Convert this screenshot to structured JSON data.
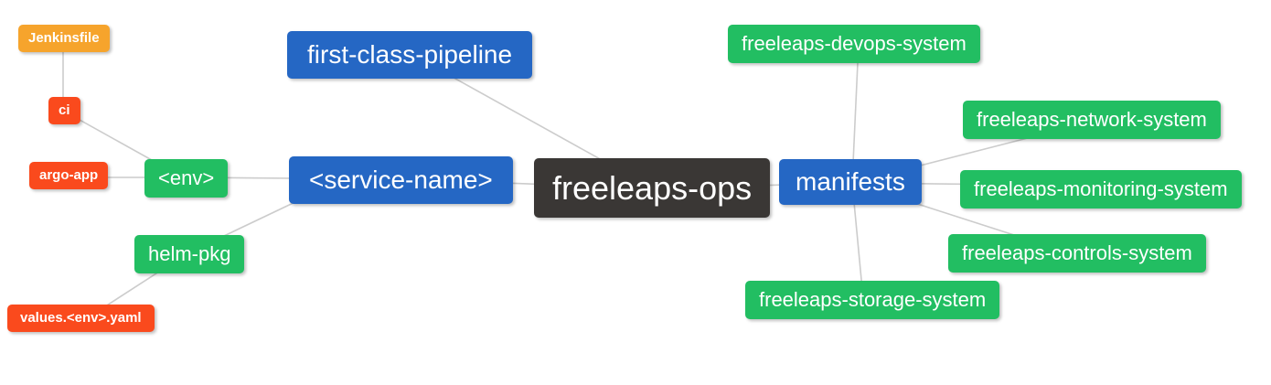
{
  "palette": {
    "blue": "#2567C4",
    "green": "#22BE62",
    "red": "#FA4A1D",
    "amber": "#F6A42C",
    "root_dark": "#3A3735",
    "edge": "#CCCCCC",
    "node_text": "#FFFFFF",
    "background": "#FFFFFF"
  },
  "diagram": {
    "title": "freeleaps-ops mind map",
    "nodes": [
      {
        "id": "jenkinsfile",
        "label": "Jenkinsfile",
        "color": "amber"
      },
      {
        "id": "ci",
        "label": "ci",
        "color": "red"
      },
      {
        "id": "argo-app",
        "label": "argo-app",
        "color": "red"
      },
      {
        "id": "env",
        "label": "<env>",
        "color": "green"
      },
      {
        "id": "helm-pkg",
        "label": "helm-pkg",
        "color": "green"
      },
      {
        "id": "values-env-yaml",
        "label": "values.<env>.yaml",
        "color": "red"
      },
      {
        "id": "first-class-pipeline",
        "label": "first-class-pipeline",
        "color": "blue"
      },
      {
        "id": "service-name",
        "label": "<service-name>",
        "color": "blue"
      },
      {
        "id": "freeleaps-ops",
        "label": "freeleaps-ops",
        "color": "root_dark"
      },
      {
        "id": "manifests",
        "label": "manifests",
        "color": "blue"
      },
      {
        "id": "freeleaps-devops-system",
        "label": "freeleaps-devops-system",
        "color": "green"
      },
      {
        "id": "freeleaps-network-system",
        "label": "freeleaps-network-system",
        "color": "green"
      },
      {
        "id": "freeleaps-monitoring-system",
        "label": "freeleaps-monitoring-system",
        "color": "green"
      },
      {
        "id": "freeleaps-controls-system",
        "label": "freeleaps-controls-system",
        "color": "green"
      },
      {
        "id": "freeleaps-storage-system",
        "label": "freeleaps-storage-system",
        "color": "green"
      }
    ],
    "edges": [
      [
        "jenkinsfile",
        "ci"
      ],
      [
        "ci",
        "env"
      ],
      [
        "argo-app",
        "env"
      ],
      [
        "env",
        "service-name"
      ],
      [
        "helm-pkg",
        "service-name"
      ],
      [
        "values-env-yaml",
        "helm-pkg"
      ],
      [
        "first-class-pipeline",
        "freeleaps-ops"
      ],
      [
        "service-name",
        "freeleaps-ops"
      ],
      [
        "freeleaps-ops",
        "manifests"
      ],
      [
        "manifests",
        "freeleaps-devops-system"
      ],
      [
        "manifests",
        "freeleaps-network-system"
      ],
      [
        "manifests",
        "freeleaps-monitoring-system"
      ],
      [
        "manifests",
        "freeleaps-controls-system"
      ],
      [
        "manifests",
        "freeleaps-storage-system"
      ]
    ]
  }
}
